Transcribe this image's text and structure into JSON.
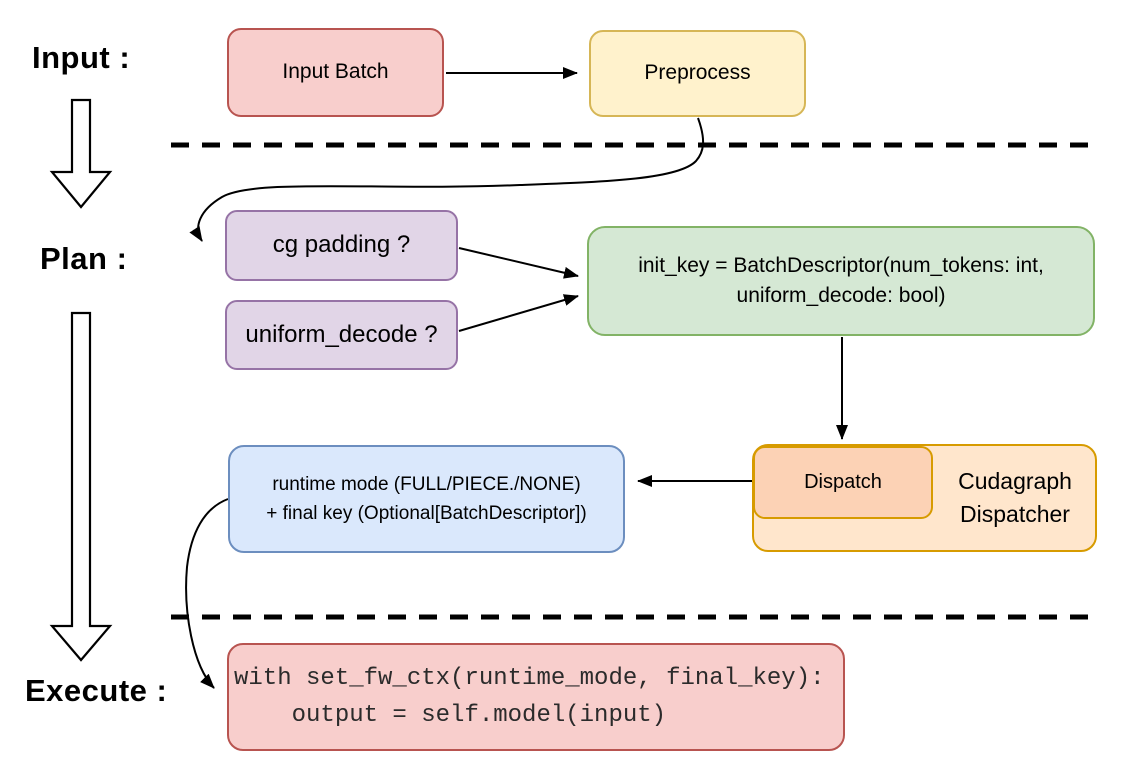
{
  "stage_labels": {
    "input": "Input :",
    "plan": "Plan :",
    "execute": "Execute :"
  },
  "nodes": {
    "input_batch": {
      "label": "Input Batch",
      "fill": "#f8cecc",
      "stroke": "#b85450"
    },
    "preprocess": {
      "label": "Preprocess",
      "fill": "#fff2cc",
      "stroke": "#d6b656"
    },
    "cg_padding": {
      "label": "cg padding ?",
      "fill": "#e1d5e7",
      "stroke": "#9673a6"
    },
    "uniform_decode": {
      "label": "uniform_decode ?",
      "fill": "#e1d5e7",
      "stroke": "#9673a6"
    },
    "init_key": {
      "line1": "init_key = BatchDescriptor(num_tokens: int,",
      "line2": "uniform_decode: bool)",
      "fill": "#d5e8d4",
      "stroke": "#82b366"
    },
    "dispatch": {
      "label": "Dispatch",
      "fill": "#fcd2b5",
      "stroke": "#d79b00"
    },
    "cudagraph_dispatcher": {
      "line1": "Cudagraph",
      "line2": "Dispatcher",
      "fill": "#ffe6cc",
      "stroke": "#d79b00"
    },
    "runtime_mode": {
      "line1": "runtime mode (FULL/PIECE./NONE)",
      "line2": "+ final key (Optional[BatchDescriptor])",
      "fill": "#dae8fc",
      "stroke": "#6c8ebf"
    },
    "execute_code": {
      "line1": "with set_fw_ctx(runtime_mode, final_key):",
      "line2": "    output = self.model(input)",
      "fill": "#f8cecc",
      "stroke": "#b85450"
    }
  }
}
